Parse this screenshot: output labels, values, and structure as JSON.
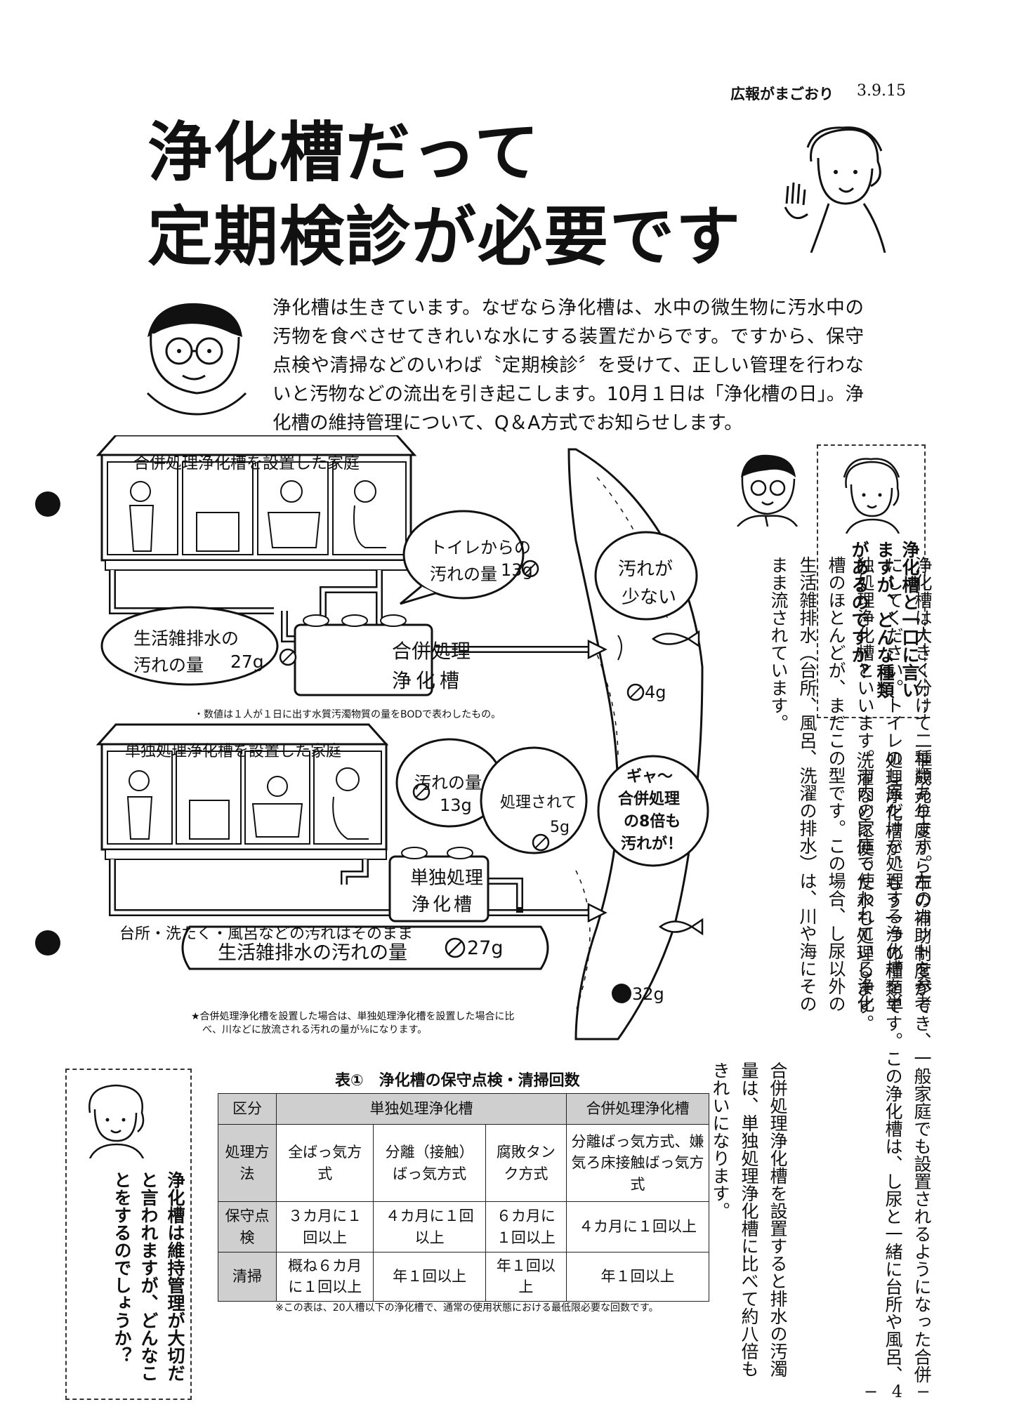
{
  "header": {
    "publication": "広報がまごおり",
    "date": "3.9.15"
  },
  "title": {
    "line1": "浄化槽だって",
    "line2": "定期検診が必要です"
  },
  "intro": "浄化槽は生きています。なぜなら浄化槽は、水中の微生物に汚水中の汚物を食べさせてきれいな水にする装置だからです。ですから、保守点検や清掃などのいわば〝定期検診〞を受けて、正しい管理を行わないと汚物などの流出を引き起こします。10月１日は「浄化槽の日」。浄化槽の維持管理について、Q＆A方式でお知らせします。",
  "q1": "浄化槽と一口に言いますが、どんな種類があるのですか？",
  "q2": "浄化槽は維持管理が大切だと言われますが、どんなことをするのでしょうか？",
  "answer": {
    "p1": "浄化槽は大きく分けて二種類あります。左のカットを参考にしてください。トイレのし尿だけを処理する浄化槽を単独処理浄化槽といいます。市内の家庭で使われている浄化槽のほとんどが、まだこの型です。この場合、し尿以外の生活雑排水（台所、風呂、洗濯の排水）は、川や海にそのまま流されています。",
    "p2": "平成元年度から市の補助制度ができ、一般家庭でも設置されるようになった合併処理浄化槽が、もう一つの種類です。この浄化槽は、し尿と一緒に台所や風呂、洗濯などに使った水も処理します。",
    "p3": "合併処理浄化槽を設置すると排水の汚濁量は、単独処理浄化槽に比べて約八倍もきれいになります。"
  },
  "illustration": {
    "house1_roof": "合併処理浄化槽を設置した家庭",
    "toilet_bubble": [
      "トイレからの",
      "汚れの量",
      "13g"
    ],
    "gray_bubble": [
      "生活雑排水の",
      "汚れの量",
      "27g"
    ],
    "tank1": [
      "合併処理",
      "浄化槽"
    ],
    "river_bubble1": [
      "汚れが",
      "少ない"
    ],
    "river_amount1": "4g",
    "note1": "・数値は１人が１日に出す水質汚濁物質の量をBODで表わしたもの。",
    "house2_roof": "単独処理浄化槽を設置した家庭",
    "dirt_bubble": [
      "汚れの量",
      "13g"
    ],
    "treated_bubble": [
      "処理されて",
      "5g"
    ],
    "tank2": [
      "単独処理",
      "浄化槽"
    ],
    "kitchen_line": "台所・洗たく・風呂などの汚れはそのまま",
    "river_bubble2": [
      "ギャ〜",
      "合併処理",
      "の8倍も",
      "汚れが！"
    ],
    "gray_bar": "生活雑排水の汚れの量",
    "gray_bar_amount": "27g",
    "river_amount2": "32g",
    "note2": [
      "★合併処理浄化槽を設置した場合は、単独処理浄化槽を設置した場合に比",
      "べ、川などに放流される汚れの量が⅛になります。"
    ]
  },
  "table": {
    "caption": "表①　浄化槽の保守点検・清掃回数",
    "h_kubun": "区分",
    "h_tandoku": "単独処理浄化槽",
    "h_gappei": "合併処理浄化槽",
    "r1_label": "処理方法",
    "r1": [
      "全ばっ気方式",
      "分離（接触）ばっ気方式",
      "腐敗タンク方式",
      "分離ばっ気方式、嫌気ろ床接触ばっ気方式"
    ],
    "r2_label": "保守点検",
    "r2": [
      "３カ月に１回以上",
      "４カ月に１回以上",
      "６カ月に１回以上",
      "４カ月に１回以上"
    ],
    "r3_label": "清掃",
    "r3": [
      "概ね６カ月に１回以上",
      "年１回以上",
      "年１回以上",
      "年１回以上"
    ],
    "footnote": "※この表は、20人槽以下の浄化槽で、通常の使用状態における最低限必要な回数です。"
  },
  "page_number": "− 4 −"
}
